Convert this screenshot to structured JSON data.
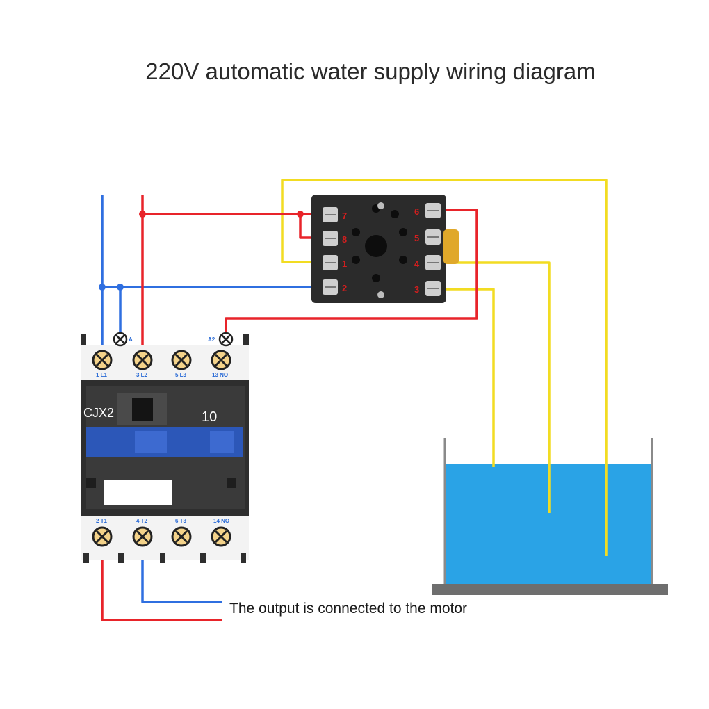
{
  "title": "220V automatic water supply wiring diagram",
  "caption": "The output is connected to the motor",
  "contactor": {
    "model": "CJX2",
    "rating": "10",
    "coil_terminals": [
      "A",
      "A2"
    ],
    "top_terminals": [
      "1 L1",
      "3 L2",
      "5 L3",
      "13 NO"
    ],
    "bottom_terminals": [
      "2 T1",
      "4 T2",
      "6 T3",
      "14 NO"
    ]
  },
  "relay": {
    "pins": [
      "1",
      "2",
      "3",
      "4",
      "5",
      "6",
      "7",
      "8"
    ]
  },
  "colors": {
    "live_wire": "#e8242a",
    "neutral_wire": "#2f6fe0",
    "probe_wire": "#f2dc22",
    "water": "#2aa3e6"
  }
}
